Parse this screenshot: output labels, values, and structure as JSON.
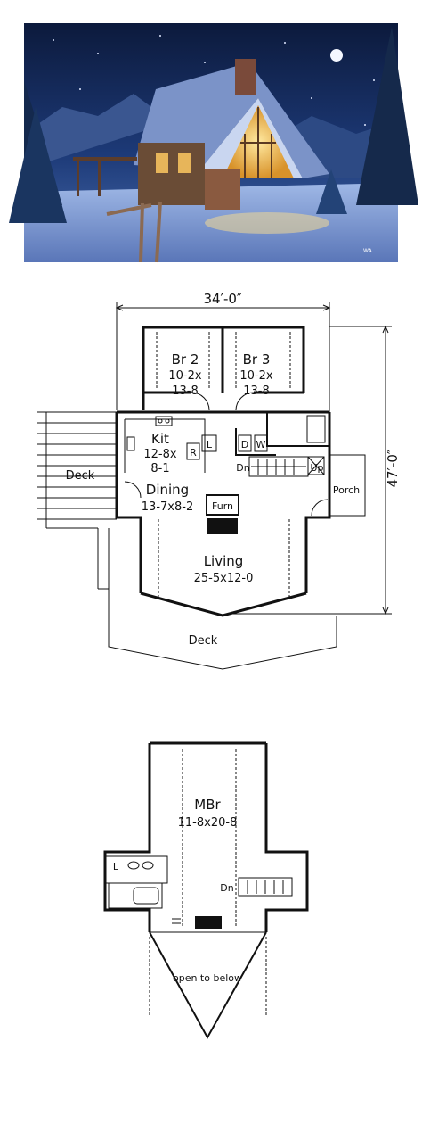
{
  "illustration": {
    "description_icon": "house-rendering-image",
    "signature": "WA"
  },
  "first_floor": {
    "overall_width": "34′-0″",
    "overall_depth": "47′-0″",
    "rooms": {
      "br2": {
        "name": "Br 2",
        "dim1": "10-2x",
        "dim2": "13-8"
      },
      "br3": {
        "name": "Br 3",
        "dim1": "10-2x",
        "dim2": "13-8"
      },
      "kit": {
        "name": "Kit",
        "dim1": "12-8x",
        "dim2": "8-1"
      },
      "dining": {
        "name": "Dining",
        "dim": "13-7x8-2"
      },
      "living": {
        "name": "Living",
        "dim": "25-5x12-0"
      },
      "deck_side": "Deck",
      "deck_front": "Deck",
      "porch": "Porch",
      "furn": "Furn",
      "stairs_dn": "Dn",
      "stairs_up": "Up",
      "laundry_d": "D",
      "laundry_w": "W",
      "linen": "L",
      "fridge": "R"
    }
  },
  "second_floor": {
    "rooms": {
      "mbr": {
        "name": "MBr",
        "dim": "11-8x20-8"
      },
      "stairs_dn": "Dn",
      "linen": "L",
      "open_below": "open to below"
    }
  }
}
